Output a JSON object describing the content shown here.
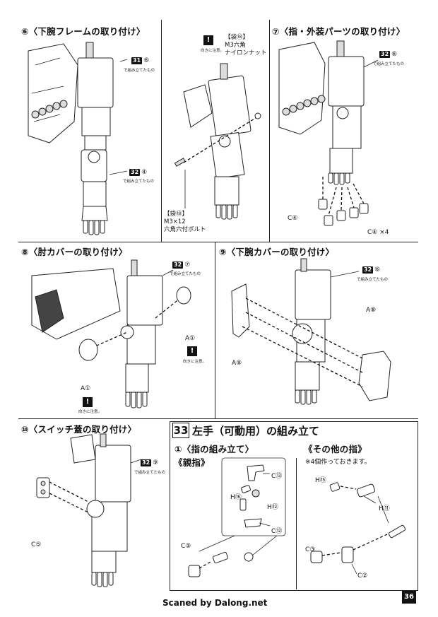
{
  "page": {
    "number": "36",
    "footer": "Scaned by Dalong.net"
  },
  "ui": {
    "warn_mark": "!"
  },
  "steps": {
    "s6": {
      "title": "⑥〈下腕フレームの取り付け〉",
      "ref1": {
        "badge": "31",
        "num": "⑥",
        "note": "で組み立てたもの"
      },
      "ref2": {
        "badge": "32",
        "num": "④",
        "note": "で組み立てたもの"
      }
    },
    "bolt": {
      "warn_note": "向きに注意。",
      "nut_bag": "【袋⑱】",
      "nut_line1": "M3六角",
      "nut_line2": "ナイロンナット",
      "bolt_bag": "【袋⑱】",
      "bolt_line1": "M3×12",
      "bolt_line2": "六角穴付ボルト"
    },
    "s7": {
      "title": "⑦〈指・外装パーツの取り付け〉",
      "ref": {
        "badge": "32",
        "num": "⑥",
        "note": "で組み立てたもの"
      },
      "part_single": "C④",
      "part_multi": "C④ ×4"
    },
    "s8": {
      "title": "⑧〈肘カバーの取り付け〉",
      "ref": {
        "badge": "32",
        "num": "⑦",
        "note": "で組み立てたもの"
      },
      "partA_right": "A①",
      "partA_left": "A①",
      "warn_note_right": "向きに注意。",
      "warn_note_left": "向きに注意。"
    },
    "s9": {
      "title": "⑨〈下腕カバーの取り付け〉",
      "ref": {
        "badge": "32",
        "num": "⑥",
        "note": "で組み立てたもの"
      },
      "partA8": "A⑧",
      "partA9": "A⑨"
    },
    "s10": {
      "title": "⑩〈スイッチ蓋の取り付け〉",
      "ref": {
        "badge": "32",
        "num": "⑨",
        "note": "で組み立てたもの"
      },
      "part": "C⑤"
    }
  },
  "section33": {
    "number": "33",
    "title": "左手（可動用）の組み立て",
    "sub1": "①〈指の組み立て〉",
    "thumb": "《親指》",
    "others": "《その他の指》",
    "others_note": "※4個作っておきます。",
    "parts_thumb": {
      "c13": "C⑬",
      "h16": "H⑯",
      "h12": "H⑫",
      "c12": "C⑫",
      "c3": "C③"
    },
    "parts_other": {
      "h15": "H⑮",
      "h11": "H⑪",
      "c3": "C③",
      "c2": "C②"
    }
  }
}
